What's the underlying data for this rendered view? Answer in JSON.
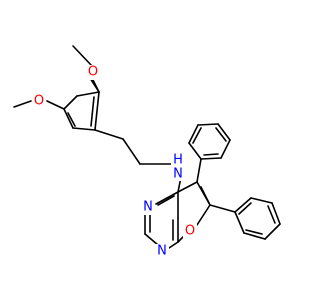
{
  "atoms": [
    {
      "id": "O_methoxy_top",
      "symbol": "O",
      "color": "#ff0000"
    },
    {
      "id": "O_methoxy_left",
      "symbol": "O",
      "color": "#ff0000"
    },
    {
      "id": "N_amine",
      "symbol": "N",
      "color": "#0000ff"
    },
    {
      "id": "H_amine",
      "symbol": "H",
      "color": "#0000ff"
    },
    {
      "id": "N_ring_3",
      "symbol": "N",
      "color": "#0000ff"
    },
    {
      "id": "N_ring_1",
      "symbol": "N",
      "color": "#0000ff"
    },
    {
      "id": "O_furan",
      "symbol": "O",
      "color": "#ff0000"
    }
  ]
}
